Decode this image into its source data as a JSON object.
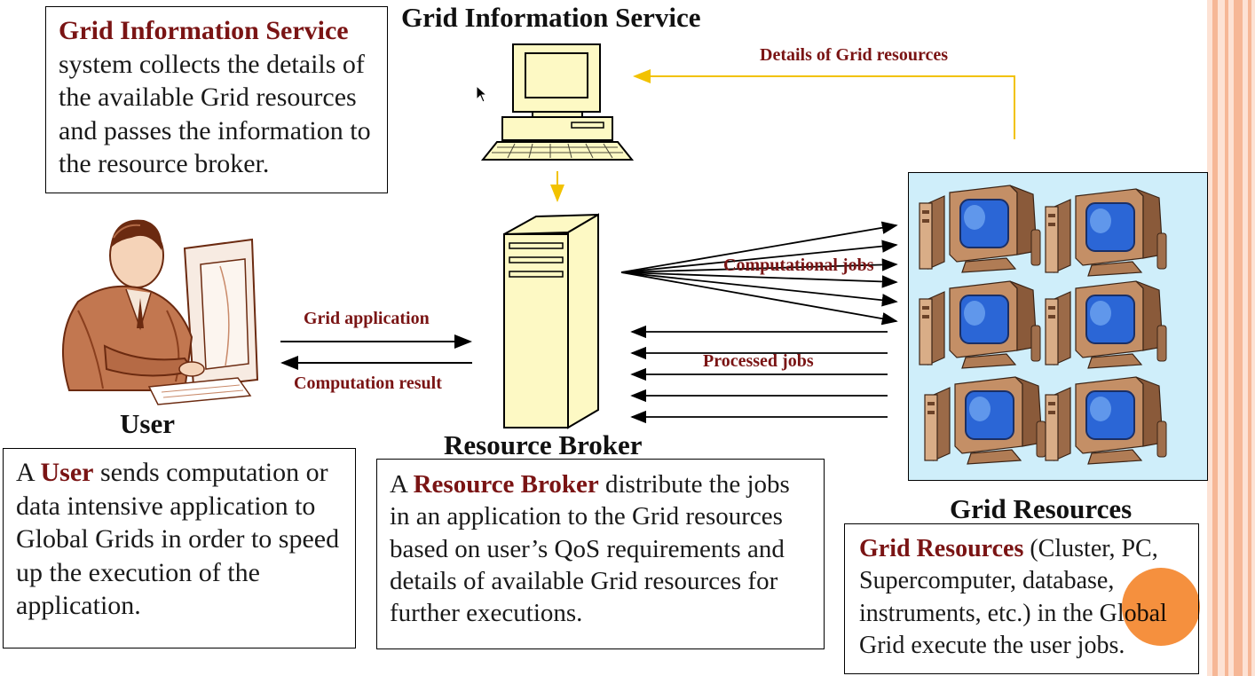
{
  "titles": {
    "gis": "Grid Information Service",
    "user": "User",
    "broker": "Resource Broker",
    "resources": "Grid Resources"
  },
  "arrow_labels": {
    "details": "Details of Grid resources",
    "grid_application": "Grid application",
    "computation_result": "Computation result",
    "computational_jobs": "Computational jobs",
    "processed_jobs": "Processed jobs"
  },
  "boxes": {
    "gis": {
      "highlight": "Grid Information Service",
      "text": "system collects the details of the available Grid resources and passes the information to the resource broker."
    },
    "user": {
      "prefix": "A ",
      "highlight": "User",
      "text": " sends computation or data intensive application to Global Grids in order to speed up the execution of the application."
    },
    "broker": {
      "prefix": "A ",
      "highlight": "Resource Broker",
      "text": " distribute the jobs in an application to the Grid resources based on user’s QoS requirements and details of available Grid resources for further executions."
    },
    "resources": {
      "highlight": "Grid Resources",
      "text": " (Cluster, PC, Supercomputer, database, instruments, etc.) in the Global Grid execute the user jobs."
    }
  },
  "colors": {
    "accent_text": "#7a1414",
    "arrow_yellow": "#f2c200",
    "resources_bg": "#cfeefa",
    "stripe": "#f6b796",
    "cursor_dot": "#f5862d"
  }
}
